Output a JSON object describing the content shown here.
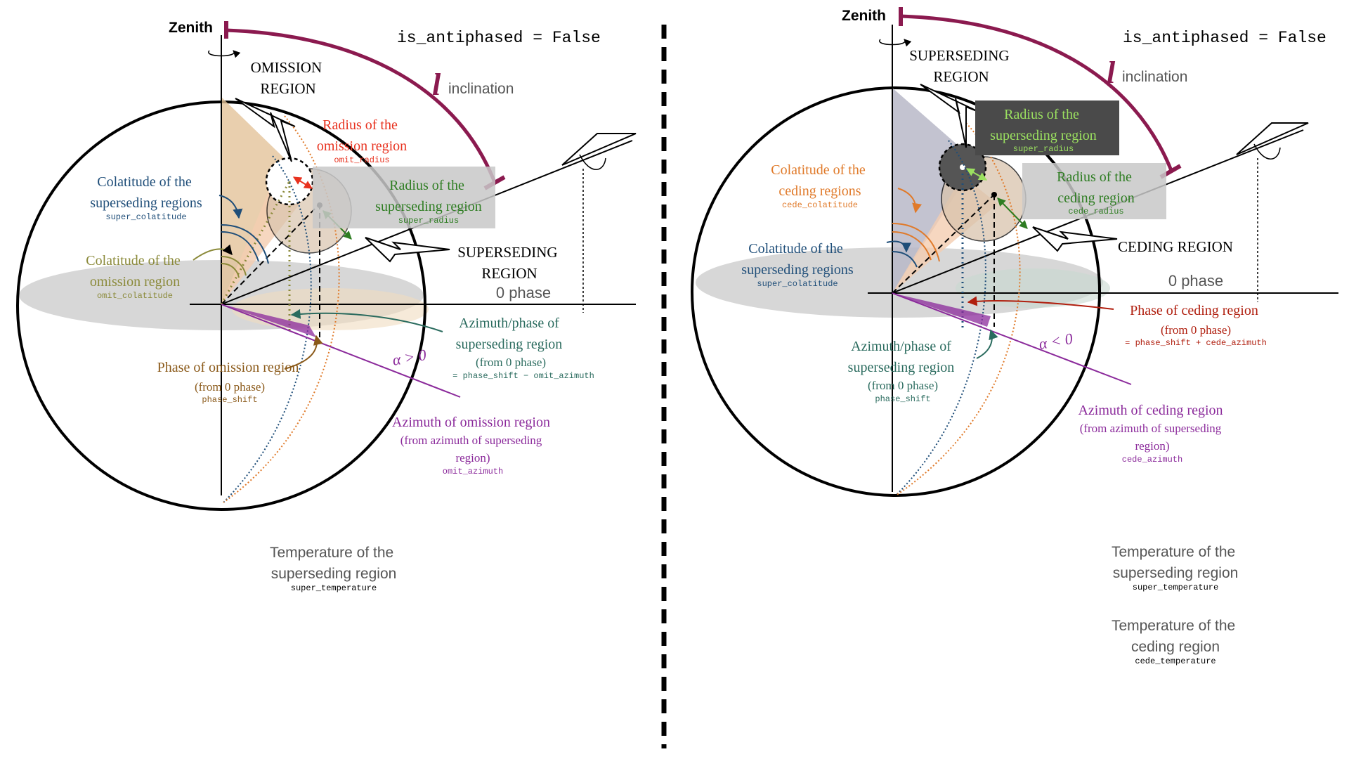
{
  "colors": {
    "inclination": "#8b1a4f",
    "colatitude_super": "#1f4e79",
    "colatitude_omit": "#8b8a3a",
    "colatitude_cede": "#e07a2a",
    "radius_omit": "#e8321f",
    "radius_super": "#2e7d22",
    "radius_super_light": "#9be060",
    "azimuth_phase": "#2a6b5e",
    "phase_omit": "#8b5a1a",
    "azimuth_region": "#8b2a9b",
    "phase_cede": "#b01e0e",
    "gray_text": "#555555"
  },
  "left": {
    "flag": "is_antiphased = False",
    "zenith": "Zenith",
    "inclination_symbol": "l",
    "inclination_label": "inclination",
    "main_region_line1": "OMISSION",
    "main_region_line2": "REGION",
    "radius_omit": {
      "l1": "Radius of the",
      "l2": "omission region",
      "code": "omit_radius"
    },
    "colat_super": {
      "l1": "Colatitude of the",
      "l2": "superseding regions",
      "code": "super_colatitude"
    },
    "radius_super": {
      "l1": "Radius of the",
      "l2": "superseding region",
      "code": "super_radius"
    },
    "colat_omit": {
      "l1": "Colatitude of the",
      "l2": "omission region",
      "code": "omit_colatitude"
    },
    "sec_region_line1": "SUPERSEDING",
    "sec_region_line2": "REGION",
    "zero_phase": "0 phase",
    "azimuth_phase": {
      "l1": "Azimuth/phase of",
      "l2": "superseding region",
      "l3": "(from 0 phase)",
      "code": "= phase_shift − omit_azimuth"
    },
    "phase_omit": {
      "l1": "Phase of omission region",
      "l2": "(from 0 phase)",
      "code": "phase_shift"
    },
    "alpha": "α > 0",
    "azimuth_omit": {
      "l1": "Azimuth of omission region",
      "l2": "(from azimuth of superseding",
      "l3": "region)",
      "code": "omit_azimuth"
    },
    "temp_super": {
      "l1": "Temperature of the",
      "l2": "superseding region",
      "code": "super_temperature"
    }
  },
  "right": {
    "flag": "is_antiphased = False",
    "zenith": "Zenith",
    "inclination_symbol": "l",
    "inclination_label": "inclination",
    "main_region_line1": "SUPERSEDING",
    "main_region_line2": "REGION",
    "radius_super": {
      "l1": "Radius of the",
      "l2": "superseding region",
      "code": "super_radius"
    },
    "colat_cede": {
      "l1": "Colatitude of the",
      "l2": "ceding regions",
      "code": "cede_colatitude"
    },
    "radius_cede": {
      "l1": "Radius of the",
      "l2": "ceding region",
      "code": "cede_radius"
    },
    "colat_super": {
      "l1": "Colatitude of the",
      "l2": "superseding regions",
      "code": "super_colatitude"
    },
    "sec_region_line1": "CEDING REGION",
    "zero_phase": "0 phase",
    "phase_cede": {
      "l1": "Phase of ceding region",
      "l2": "(from 0 phase)",
      "code": "= phase_shift + cede_azimuth"
    },
    "alpha": "α < 0",
    "azimuth_phase": {
      "l1": "Azimuth/phase of",
      "l2": "superseding region",
      "l3": "(from 0 phase)",
      "code": "phase_shift"
    },
    "azimuth_cede": {
      "l1": "Azimuth of ceding region",
      "l2": "(from azimuth of superseding",
      "l3": "region)",
      "code": "cede_azimuth"
    },
    "temp_super": {
      "l1": "Temperature of the",
      "l2": "superseding region",
      "code": "super_temperature"
    },
    "temp_cede": {
      "l1": "Temperature of the",
      "l2": "ceding region",
      "code": "cede_temperature"
    }
  }
}
